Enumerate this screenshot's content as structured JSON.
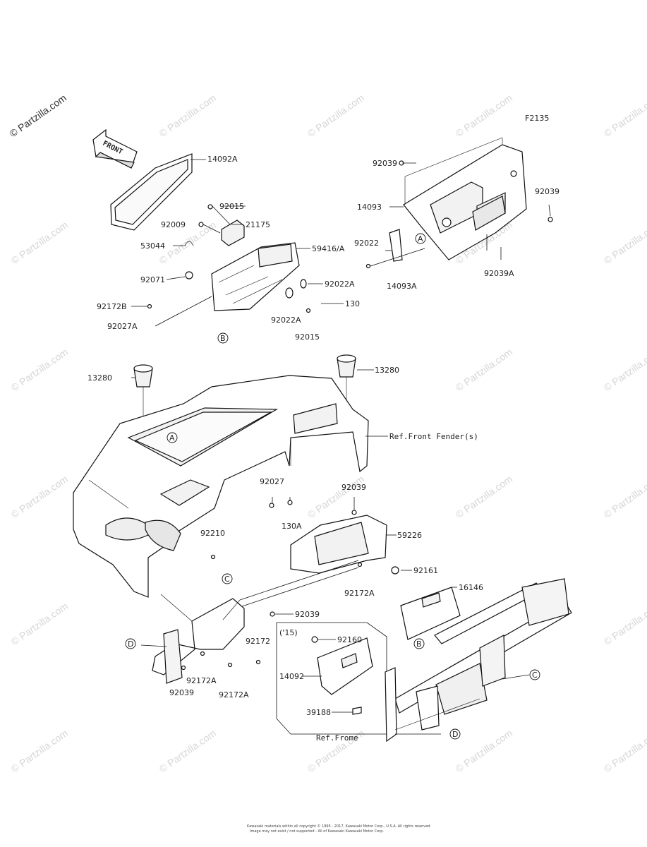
{
  "diagram": {
    "figure_code": "F2135",
    "front_label": "FRONT",
    "copyright_mark": "© Partzilla.com",
    "watermark_text": "© Partzilla.com",
    "footer_line1": "Kawasaki materials within all copyright © 1995 - 2017, Kawasaki Motor Corp., U.S.A. All rights reserved.",
    "footer_line2": "Image may not exist / not supported - All of Kawasaki Kawasaki Motor Corp.",
    "inset_title": "('15)",
    "callouts": [
      "A",
      "B",
      "C",
      "D"
    ],
    "part_labels": {
      "p14092A": "14092A",
      "p92015a": "92015",
      "p92009": "92009",
      "p21175": "21175",
      "p53044": "53044",
      "p59416A": "59416/A",
      "p92071": "92071",
      "p92022Aa": "92022A",
      "p130": "130",
      "p92172B": "92172B",
      "p92027A": "92027A",
      "p92022Ab": "92022A",
      "p92015b": "92015",
      "p92039a": "92039",
      "p14093": "14093",
      "p92039b": "92039",
      "p92022": "92022",
      "p14093A": "14093A",
      "p92039A": "92039A",
      "p13280a": "13280",
      "p13280b": "13280",
      "pRefFender": "Ref.Front Fender(s)",
      "p92027": "92027",
      "p130A": "130A",
      "p92039c": "92039",
      "p59226": "59226",
      "p92210": "92210",
      "p92161": "92161",
      "p92172Aa": "92172A",
      "p16146": "16146",
      "p92039d": "92039",
      "p92172": "92172",
      "p92160": "92160",
      "p14092": "14092",
      "p39188": "39188",
      "p92172Ab": "92172A",
      "p92172Ac": "92172A",
      "p92039e": "92039",
      "pRefFrame": "Ref.Frome"
    }
  }
}
